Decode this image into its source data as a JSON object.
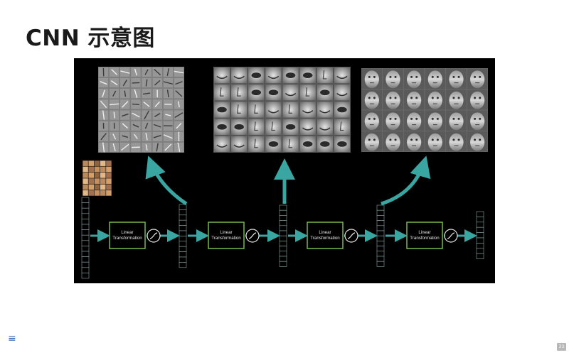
{
  "slide": {
    "title": "CNN 示意图",
    "page_number": "33",
    "menu_icon": "hamburger-menu-icon"
  },
  "diagram": {
    "blocks": [
      {
        "label_line1": "Linear",
        "label_line2": "Transformation"
      },
      {
        "label_line1": "Linear",
        "label_line2": "Transformation"
      },
      {
        "label_line1": "Linear",
        "label_line2": "Transformation"
      },
      {
        "label_line1": "Linear",
        "label_line2": "Transformation"
      }
    ],
    "feature_panels": [
      "edge-features",
      "facial-part-features",
      "whole-face-features"
    ],
    "colors": {
      "background": "#000000",
      "block_border": "#7ec850",
      "arrow": "#3aa6a1",
      "vector_cell": "#8aa8a4"
    }
  }
}
